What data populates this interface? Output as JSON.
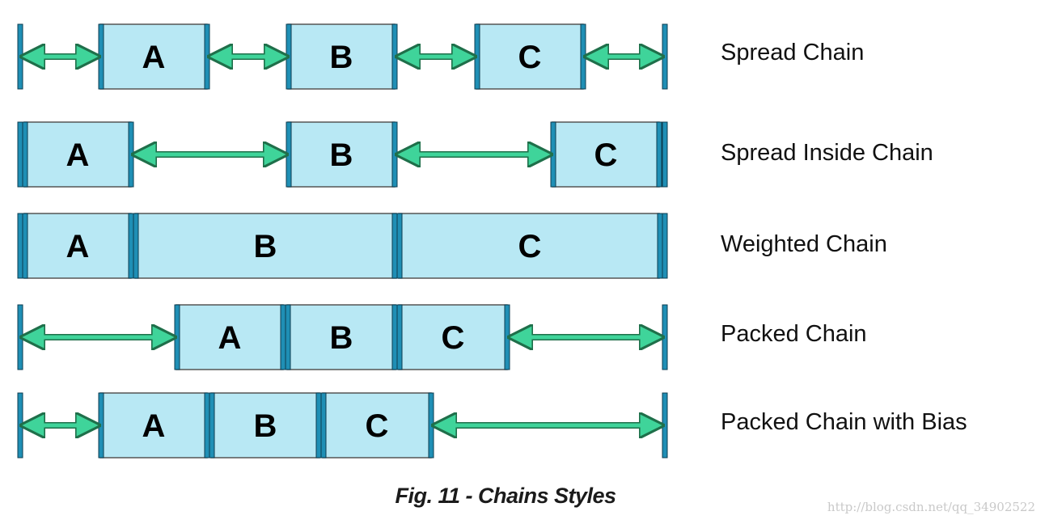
{
  "diagram": {
    "chains": [
      {
        "label": "Spread Chain",
        "boxes": [
          "A",
          "B",
          "C"
        ],
        "arrows": 4
      },
      {
        "label": "Spread Inside Chain",
        "boxes": [
          "A",
          "B",
          "C"
        ],
        "arrows": 2
      },
      {
        "label": "Weighted Chain",
        "boxes": [
          "A",
          "B",
          "C"
        ],
        "arrows": 0
      },
      {
        "label": "Packed Chain",
        "boxes": [
          "A",
          "B",
          "C"
        ],
        "arrows": 2
      },
      {
        "label": "Packed Chain with Bias",
        "boxes": [
          "A",
          "B",
          "C"
        ],
        "arrows": 2
      }
    ]
  },
  "caption": "Fig. 11 - Chains Styles",
  "watermark": "http://blog.csdn.net/qq_34902522",
  "colors": {
    "box_fill": "#b8e8f4",
    "box_stroke": "#555555",
    "edge_bar": "#1f8fb5",
    "arrow": "#3fd49a",
    "arrow_stroke": "#1f6f4a"
  }
}
